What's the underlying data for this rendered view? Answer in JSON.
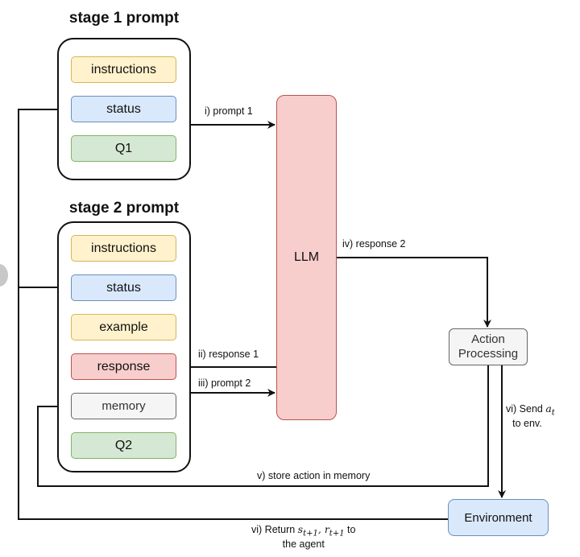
{
  "stage1": {
    "title": "stage 1 prompt",
    "blocks": [
      {
        "label": "instructions",
        "color": "yellow"
      },
      {
        "label": "status",
        "color": "blue"
      },
      {
        "label": "Q1",
        "color": "green"
      }
    ]
  },
  "stage2": {
    "title": "stage 2 prompt",
    "blocks": [
      {
        "label": "instructions",
        "color": "yellow"
      },
      {
        "label": "status",
        "color": "blue"
      },
      {
        "label": "example",
        "color": "yellow"
      },
      {
        "label": "response",
        "color": "red"
      },
      {
        "label": "memory",
        "color": "gray"
      },
      {
        "label": "Q2",
        "color": "green"
      }
    ]
  },
  "nodes": {
    "llm": "LLM",
    "action_line1": "Action",
    "action_line2": "Processing",
    "environment": "Environment"
  },
  "edges": {
    "prompt1": "i) prompt 1",
    "response1": "ii) response 1",
    "prompt2": "iii) prompt 2",
    "response2": "iv) response 2",
    "store_memory": "v) store action in memory",
    "send_prefix": "vi) Send",
    "send_var": "a",
    "send_sub": "t",
    "send_suffix": "to env.",
    "return_prefix": "vi) Return",
    "return_s": "s",
    "return_s_sub": "t+1",
    "return_r": "r",
    "return_r_sub": "t+1",
    "return_to": "to",
    "return_line2": "the agent"
  },
  "colors": {
    "yellow_fill": "#fff2cc",
    "blue_fill": "#dae8fc",
    "green_fill": "#d5e8d4",
    "red_fill": "#f8cecc",
    "gray_fill": "#f5f5f5"
  }
}
